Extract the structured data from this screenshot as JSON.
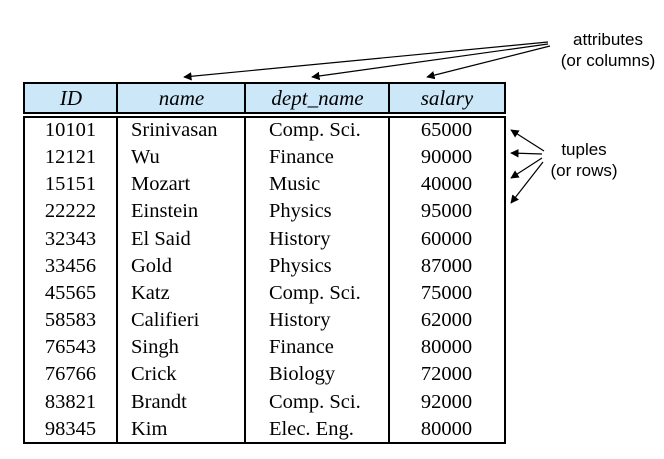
{
  "table": {
    "headers": [
      "ID",
      "name",
      "dept_name",
      "salary"
    ],
    "rows": [
      [
        "10101",
        "Srinivasan",
        "Comp. Sci.",
        "65000"
      ],
      [
        "12121",
        "Wu",
        "Finance",
        "90000"
      ],
      [
        "15151",
        "Mozart",
        "Music",
        "40000"
      ],
      [
        "22222",
        "Einstein",
        "Physics",
        "95000"
      ],
      [
        "32343",
        "El Said",
        "History",
        "60000"
      ],
      [
        "33456",
        "Gold",
        "Physics",
        "87000"
      ],
      [
        "45565",
        "Katz",
        "Comp. Sci.",
        "75000"
      ],
      [
        "58583",
        "Califieri",
        "History",
        "62000"
      ],
      [
        "76543",
        "Singh",
        "Finance",
        "80000"
      ],
      [
        "76766",
        "Crick",
        "Biology",
        "72000"
      ],
      [
        "83821",
        "Brandt",
        "Comp. Sci.",
        "92000"
      ],
      [
        "98345",
        "Kim",
        "Elec. Eng.",
        "80000"
      ]
    ]
  },
  "annotations": {
    "attributes_line1": "attributes",
    "attributes_line2": "(or columns)",
    "tuples_line1": "tuples",
    "tuples_line2": "(or rows)"
  },
  "colors": {
    "header_fill": "#cce7f8",
    "border": "#000000"
  }
}
